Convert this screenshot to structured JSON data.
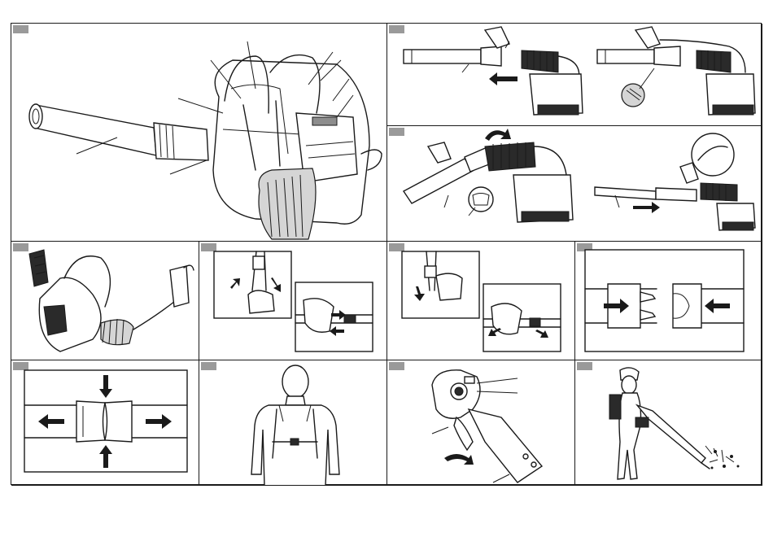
{
  "sheet": {
    "panels": [
      {
        "id": "assembly-overview",
        "callout_lines": 9
      },
      {
        "id": "tube-removal"
      },
      {
        "id": "tube-screw"
      },
      {
        "id": "hose-attach"
      },
      {
        "id": "tube-insert"
      },
      {
        "id": "battery-insert"
      },
      {
        "id": "shoulder-strap-adjust"
      },
      {
        "id": "strap-loosen"
      },
      {
        "id": "buckle-connect"
      },
      {
        "id": "buckle-release"
      },
      {
        "id": "wearing-harness"
      },
      {
        "id": "trigger-control"
      },
      {
        "id": "operating-position"
      }
    ]
  },
  "colors": {
    "line": "#1a1a1a",
    "step_tag": "#9a9a9a",
    "background": "#ffffff"
  }
}
